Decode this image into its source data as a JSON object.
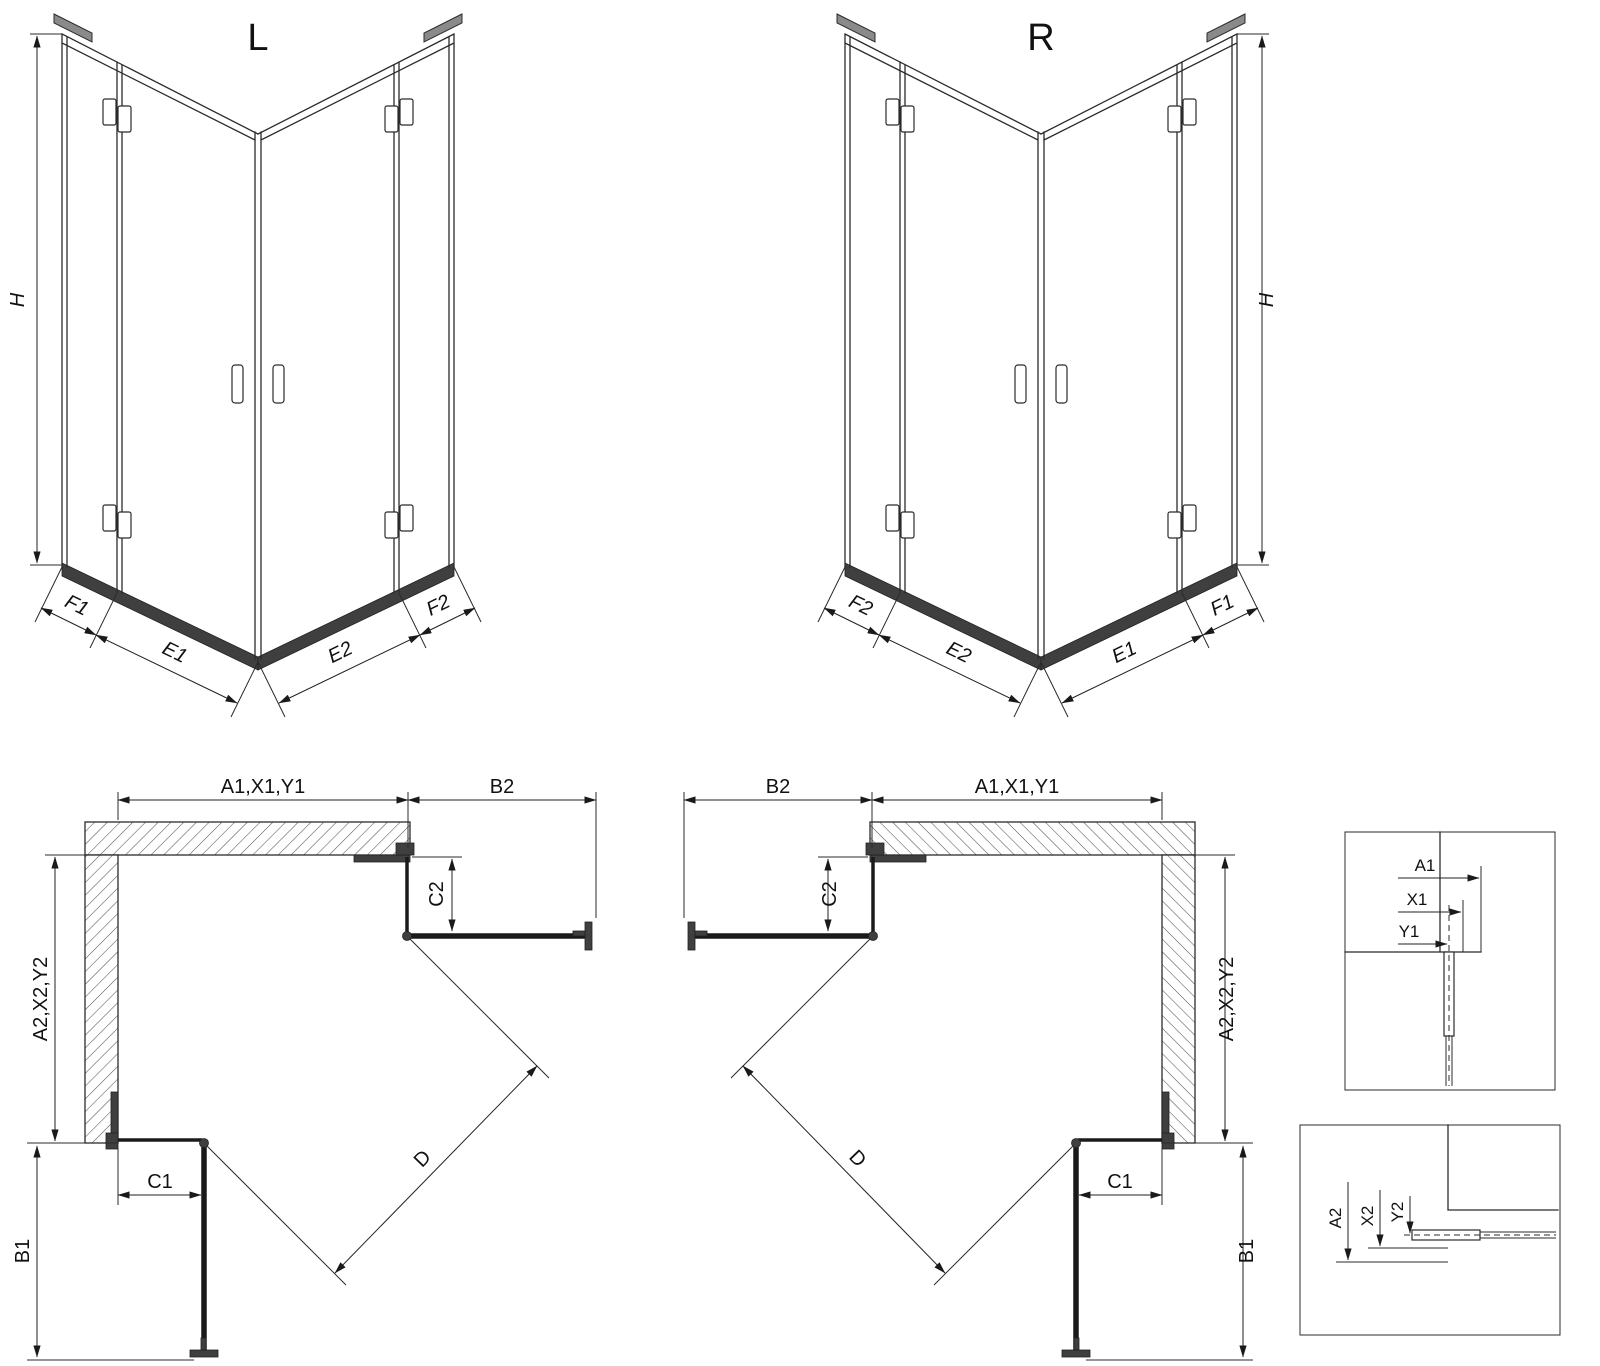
{
  "views": {
    "persp_left": {
      "title": "L",
      "h": "H",
      "f1": "F1",
      "e1": "E1",
      "e2": "E2",
      "f2": "F2"
    },
    "persp_right": {
      "title": "R",
      "h": "H",
      "f1": "F1",
      "e1": "E1",
      "e2": "E2",
      "f2": "F2"
    },
    "plan_left": {
      "top_dim": "A1,X1,Y1",
      "side_panel": "B2",
      "c2": "C2",
      "left_dim": "A2,X2,Y2",
      "c1": "C1",
      "b1": "B1",
      "diagonal": "D"
    },
    "plan_right": {
      "top_dim": "A1,X1,Y1",
      "side_panel": "B2",
      "c2": "C2",
      "left_dim": "A2,X2,Y2",
      "c1": "C1",
      "b1": "B1",
      "diagonal": "D"
    },
    "detail_top": {
      "a1": "A1",
      "x1": "X1",
      "y1": "Y1"
    },
    "detail_bottom": {
      "a2": "A2",
      "x2": "X2",
      "y2": "Y2"
    }
  },
  "colors": {
    "line": "#2b2b2b",
    "base_rail": "#4c4c4c",
    "background": "#ffffff"
  }
}
